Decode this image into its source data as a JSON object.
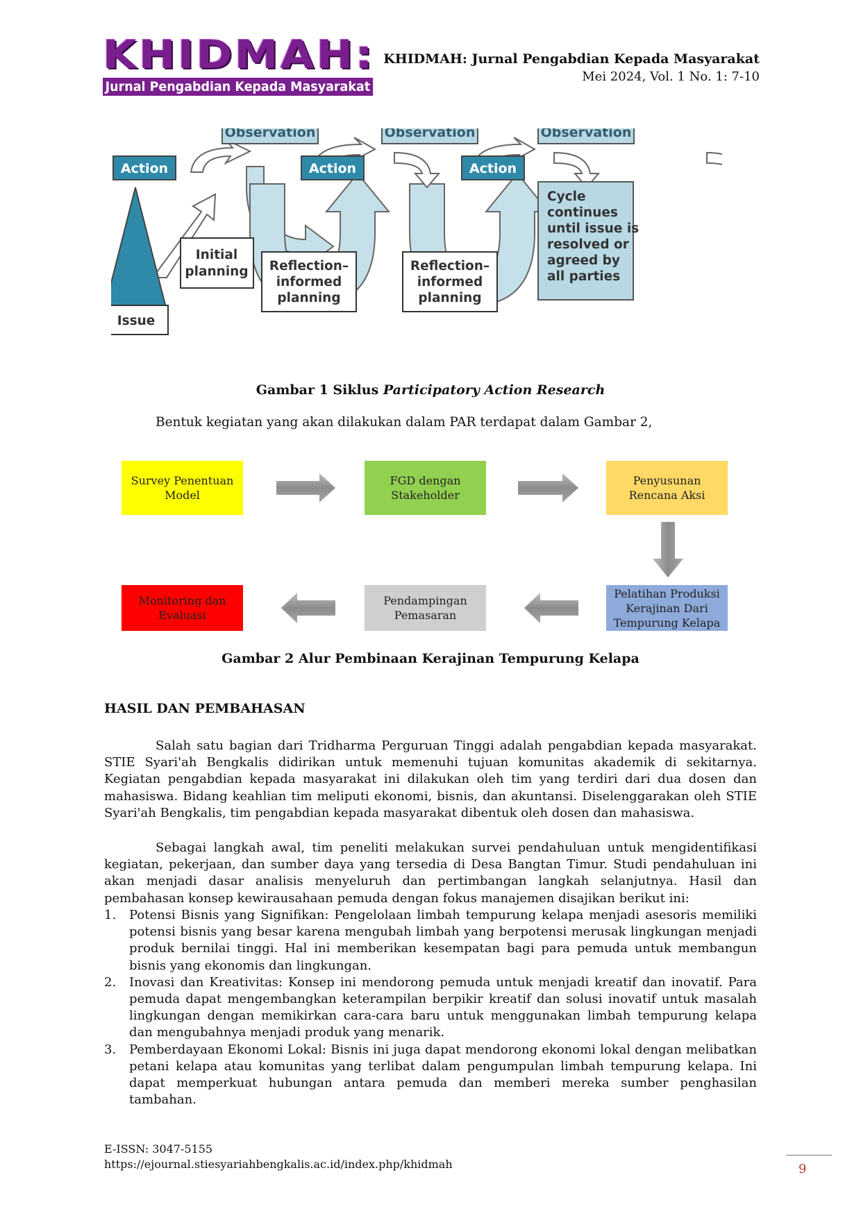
{
  "header": {
    "logo_main": "KHIDMAH:",
    "logo_sub": "Jurnal Pengabdian Kepada Masyarakat",
    "journal_title": "KHIDMAH: Jurnal Pengabdian Kepada Masyarakat",
    "issue": "Mei 2024, Vol. 1 No. 1: 7-10"
  },
  "figure1": {
    "observation": "Observation",
    "action": "Action",
    "initial_1": "Initial",
    "initial_2": "planning",
    "refl_1": "Reflection–",
    "refl_2": "informed",
    "refl_3": "planning",
    "cycle_1": "Cycle",
    "cycle_2": "continues",
    "cycle_3": "until issue is",
    "cycle_4": "resolved or",
    "cycle_5": "agreed by",
    "cycle_6": "all parties",
    "issue": "Issue",
    "caption_prefix": "Gambar 1 Siklus ",
    "caption_italic": "Participatory Action Research",
    "colors": {
      "box_fill": "#b8d9e4",
      "dark_fill": "#2f8aaa",
      "arrow_fill": "#c5e0e9"
    }
  },
  "intro": "Bentuk kegiatan yang akan dilakukan dalam PAR terdapat dalam Gambar 2,",
  "figure2": {
    "steps": [
      {
        "label": "Survey Penentuan Model",
        "color": "#ffff00"
      },
      {
        "label": "FGD dengan Stakeholder",
        "color": "#92d050"
      },
      {
        "label": "Penyusunan Rencana Aksi",
        "color": "#ffd966"
      },
      {
        "label": "Pelatihan Produksi Kerajinan Dari Tempurung Kelapa",
        "color": "#8eaadb"
      },
      {
        "label": "Pendampingan Pemasaran",
        "color": "#d0cece"
      },
      {
        "label": "Monitoring dan Evaluasi",
        "color": "#ff0000"
      }
    ],
    "caption": "Gambar 2 Alur Pembinaan Kerajinan Tempurung Kelapa"
  },
  "section_title": "HASIL DAN PEMBAHASAN",
  "para1": "Salah satu bagian dari Tridharma Perguruan Tinggi adalah pengabdian kepada masyarakat. STIE Syari'ah Bengkalis didirikan untuk memenuhi tujuan komunitas akademik di sekitarnya. Kegiatan pengabdian kepada masyarakat ini dilakukan oleh tim yang terdiri dari dua dosen dan mahasiswa. Bidang keahlian tim meliputi ekonomi, bisnis, dan akuntansi. Diselenggarakan oleh STIE Syari'ah Bengkalis, tim pengabdian kepada masyarakat dibentuk oleh dosen dan mahasiswa.",
  "para2": "Sebagai langkah awal, tim peneliti melakukan survei pendahuluan untuk mengidentifikasi kegiatan, pekerjaan, dan sumber daya yang tersedia di Desa Bangtan Timur. Studi pendahuluan ini akan menjadi dasar analisis menyeluruh dan pertimbangan langkah selanjutnya. Hasil dan pembahasan konsep kewirausahaan pemuda dengan fokus manajemen disajikan berikut ini:",
  "list": [
    {
      "num": "1.",
      "text": "Potensi Bisnis yang Signifikan: Pengelolaan limbah tempurung kelapa menjadi asesoris memiliki potensi bisnis yang besar karena mengubah limbah yang berpotensi merusak lingkungan menjadi produk bernilai tinggi. Hal ini memberikan kesempatan bagi para pemuda untuk membangun bisnis yang ekonomis dan lingkungan."
    },
    {
      "num": "2.",
      "text": "Inovasi dan Kreativitas: Konsep ini mendorong pemuda untuk menjadi kreatif dan inovatif. Para pemuda dapat mengembangkan keterampilan berpikir kreatif dan solusi inovatif untuk masalah lingkungan dengan memikirkan cara-cara baru untuk menggunakan limbah tempurung kelapa dan mengubahnya menjadi produk yang menarik."
    },
    {
      "num": "3.",
      "text": "Pemberdayaan Ekonomi Lokal: Bisnis ini juga dapat mendorong ekonomi lokal dengan melibatkan petani kelapa atau komunitas yang terlibat dalam pengumpulan limbah tempurung kelapa. Ini dapat memperkuat hubungan antara pemuda dan memberi mereka sumber penghasilan tambahan."
    }
  ],
  "footer": {
    "issn": "E-ISSN: 3047-5155",
    "url": "https://ejournal.stiesyariahbengkalis.ac.id/index.php/khidmah",
    "page": "9"
  }
}
